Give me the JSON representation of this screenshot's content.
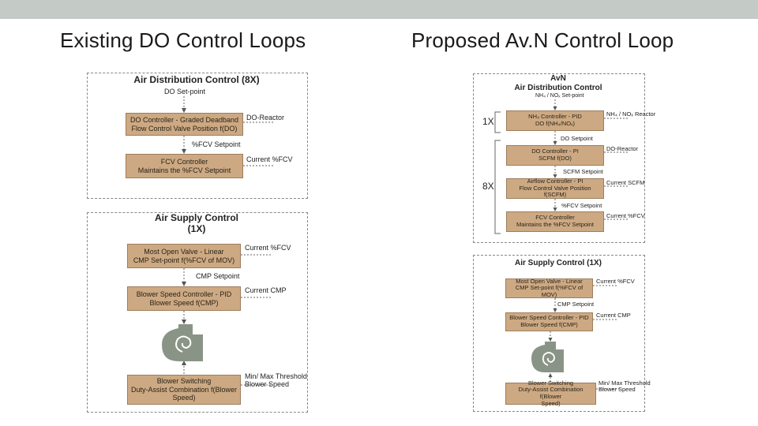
{
  "headings": {
    "left": "Existing DO Control Loops",
    "right": "Proposed Av.N Control Loop"
  },
  "left": {
    "air_distribution": {
      "title": "Air Distribution Control (8X)",
      "setpoint_label": "DO Set-point",
      "do_controller": "DO Controller -  Graded Deadband\nFlow Control Valve Position f(DO)",
      "do_reactor": "DO-Reactor",
      "fcv_setpoint": "%FCV Setpoint",
      "fcv_controller": "FCV Controller\nMaintains the %FCV Setpoint",
      "current_fcv": "Current %FCV"
    },
    "air_supply": {
      "title": "Air Supply Control\n(1X)",
      "mov": "Most Open Valve -  Linear\nCMP Set-point f(%FCV of MOV)",
      "current_fcv": "Current %FCV",
      "cmp_setpoint": "CMP Setpoint",
      "blower_speed": "Blower Speed Controller -  PID\nBlower Speed f(CMP)",
      "current_cmp": "Current CMP",
      "blower_switching": "Blower Switching\nDuty-Assist Combination f(Blower\nSpeed)",
      "threshold": "Min/ Max Threshold\nBlower Speed"
    }
  },
  "right": {
    "air_distribution": {
      "title": "AvN\nAir Distribution Control",
      "setpoint_label": "NH₄ / NOₓ Set-point",
      "mult_1x": "1X",
      "mult_8x": "8X",
      "nh4_controller": "NH₄ Controller -  PID\nDO f(NH₄/NOₓ)",
      "nh4_reactor": "NH₄ / NOₓ Reactor",
      "do_setpoint": "DO Setpoint",
      "do_controller": "DO Controller -  PI\nSCFM f(DO)",
      "do_reactor": "DO-Reactor",
      "scfm_setpoint": "SCFM Setpoint",
      "airflow_controller": "Airflow Controller -  PI\nFlow Control Valve Position f(SCFM)",
      "current_scfm": "Current SCFM",
      "fcv_setpoint": "%FCV Setpoint",
      "fcv_controller": "FCV Controller\nMaintains the %FCV Setpoint",
      "current_fcv": "Current %FCV"
    },
    "air_supply": {
      "title": "Air Supply Control (1X)",
      "mov": "Most Open Valve -  Linear\nCMP Set-point f(%FCV of MOV)",
      "current_fcv": "Current %FCV",
      "cmp_setpoint": "CMP Setpoint",
      "blower_speed": "Blower Speed Controller -  PID\nBlower Speed f(CMP)",
      "current_cmp": "Current CMP",
      "blower_switching": "Blower Switching\nDuty-Assist Combination f(Blower\nSpeed)",
      "threshold": "Min/ Max Threshold\nBlower Speed"
    }
  },
  "colors": {
    "box_fill": "#cda983",
    "box_border": "#9d7d5c",
    "blower": "#8a9486",
    "topbar": "#c4cbc7"
  },
  "icons": {
    "blower": "blower-icon"
  }
}
